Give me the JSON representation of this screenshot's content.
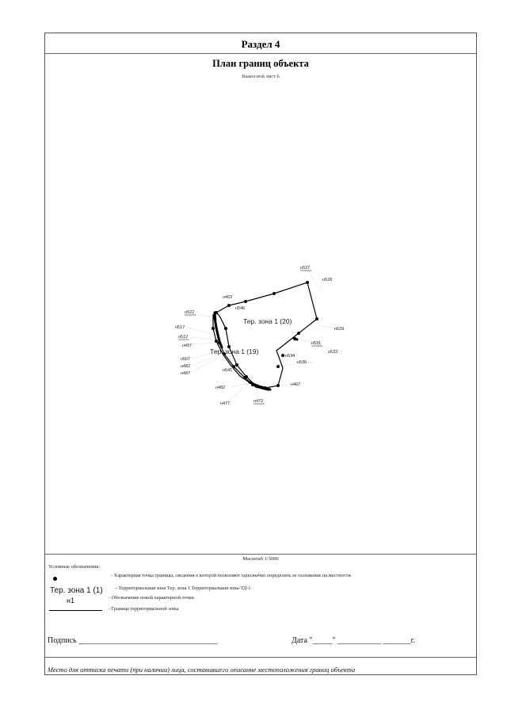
{
  "header": {
    "section": "Раздел 4",
    "title": "План границ объекта",
    "sheet": "Выносной лист 6"
  },
  "map": {
    "zone_labels": [
      "Тер. зона 1 (20)",
      "Тер. зона 1 (19)"
    ],
    "point_labels": [
      "н527",
      "н528",
      "н463",
      "н546",
      "н522",
      "н529",
      "н517",
      "н512",
      "н531",
      "н533",
      "н497",
      "н534",
      "н536",
      "н507",
      "н482",
      "н487",
      "н541",
      "н467",
      "н482",
      "н472",
      "н477"
    ],
    "underlined_labels": [
      "н527",
      "н522",
      "н512",
      "н531",
      "н472"
    ],
    "line_color": "#000000",
    "leader_color": "#888888"
  },
  "scale": "Масштаб 1:5000",
  "legend": {
    "title": "Условные обозначения:",
    "point_desc": "- Характерная точка границы, сведения о которой позволяют однозначно определить ее положение на местности",
    "zone_sample": "Тер. зона 1 (1)",
    "zone_desc": "- Территориальная зона Тер. зона 1      Территориальная  зона-ТД-1",
    "point_sample": "н1",
    "point_sample_desc": "- Обозначение новой характерной точки",
    "line_desc": "- Граница территориальной зоны"
  },
  "signature": {
    "sign_text": "Подпись ___________________________________",
    "date_text": "Дата \"_____\" ___________ _______г."
  },
  "footer": "Место для оттиска печати (при наличии) лица, составившего описание местоположения границ объекта"
}
